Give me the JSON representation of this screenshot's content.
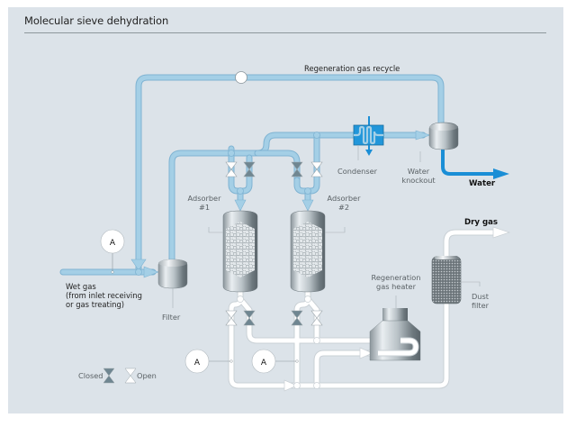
{
  "title": "Molecular sieve dehydration",
  "labels": {
    "regen_recycle": "Regeneration gas recycle",
    "condenser": "Condenser",
    "water_knockout_line1": "Water",
    "water_knockout_line2": "knockout",
    "water": "Water",
    "adsorber1_line1": "Adsorber",
    "adsorber1_line2": "#1",
    "adsorber2_line1": "Adsorber",
    "adsorber2_line2": "#2",
    "dry_gas": "Dry gas",
    "wet_gas_line1": "Wet gas",
    "wet_gas_line2": "(from inlet receiving",
    "wet_gas_line3": "or gas treating)",
    "filter": "Filter",
    "regen_heater_line1": "Regeneration",
    "regen_heater_line2": "gas heater",
    "dust_filter_line1": "Dust",
    "dust_filter_line2": "filter",
    "analyzer": "A"
  },
  "legend": {
    "closed": "Closed",
    "open": "Open"
  },
  "colors": {
    "background": "#dce3e9",
    "wet_pipe": "#9ecbe4",
    "wet_pipe_edge": "#7fb3d2",
    "water_pipe": "#1a8ed6",
    "dry_pipe": "#ffffff",
    "valve_closed": "#6f8691",
    "condenser": "#2196da"
  }
}
